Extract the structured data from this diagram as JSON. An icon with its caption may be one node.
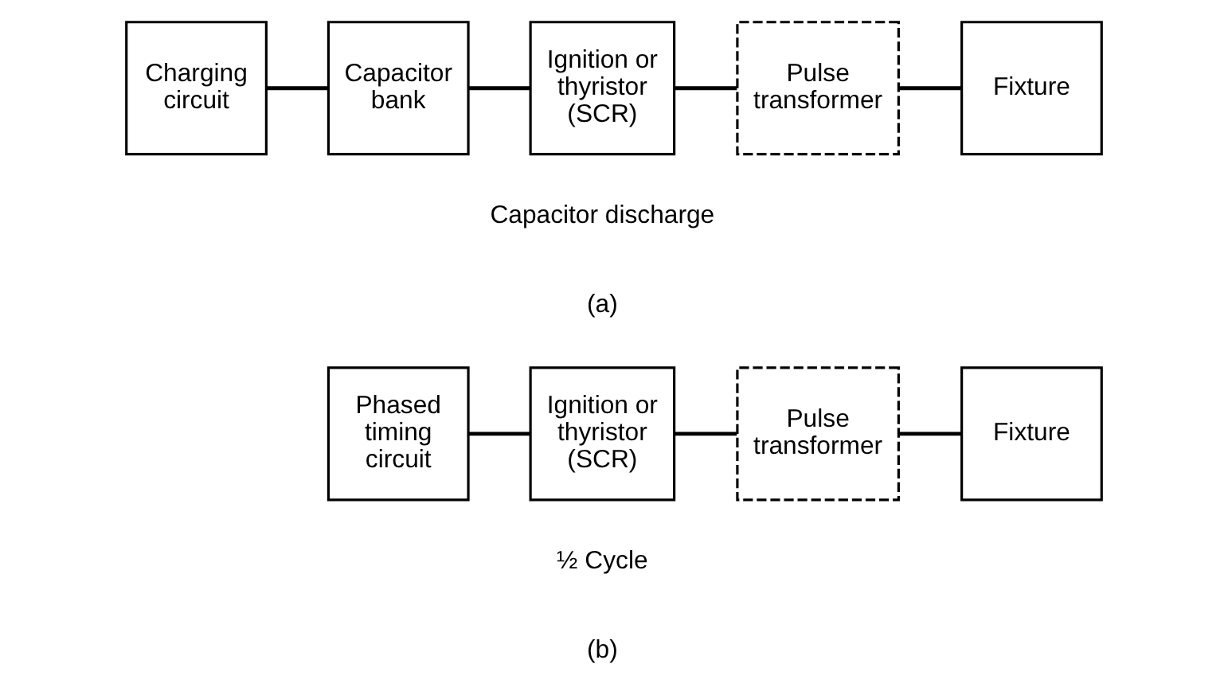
{
  "diagram": {
    "nodes": [
      {
        "text": [
          "Charging circuit"
        ]
      },
      {
        "text": [
          "Capacitor bank"
        ]
      },
      {
        "text": [
          "Ignition or thyristor (SCR)"
        ]
      },
      {
        "text": [
          "Pulse transformer"
        ]
      },
      {
        "text": [
          "Fixture"
        ]
      },
      {
        "text": [
          "Phased timing circuit"
        ]
      },
      {
        "text": [
          "Ignition or thyristor (SCR)"
        ]
      },
      {
        "text": [
          "Pulse transformer"
        ]
      },
      {
        "text": [
          "Fixture"
        ]
      }
    ],
    "edges": [
      {
        "from": 0,
        "to": 1,
        "arrow": "none"
      },
      {
        "from": 1,
        "to": 2,
        "arrow": "none"
      },
      {
        "from": 2,
        "to": 3,
        "arrow": "none"
      },
      {
        "from": 3,
        "to": 4,
        "arrow": "none"
      },
      {
        "from": 5,
        "to": 6,
        "arrow": "none"
      },
      {
        "from": 6,
        "to": 7,
        "arrow": "none"
      },
      {
        "from": 7,
        "to": 8,
        "arrow": "none"
      }
    ],
    "labels": [
      "Capacitor discharge",
      "(a)",
      "½ Cycle",
      "(b)"
    ]
  }
}
